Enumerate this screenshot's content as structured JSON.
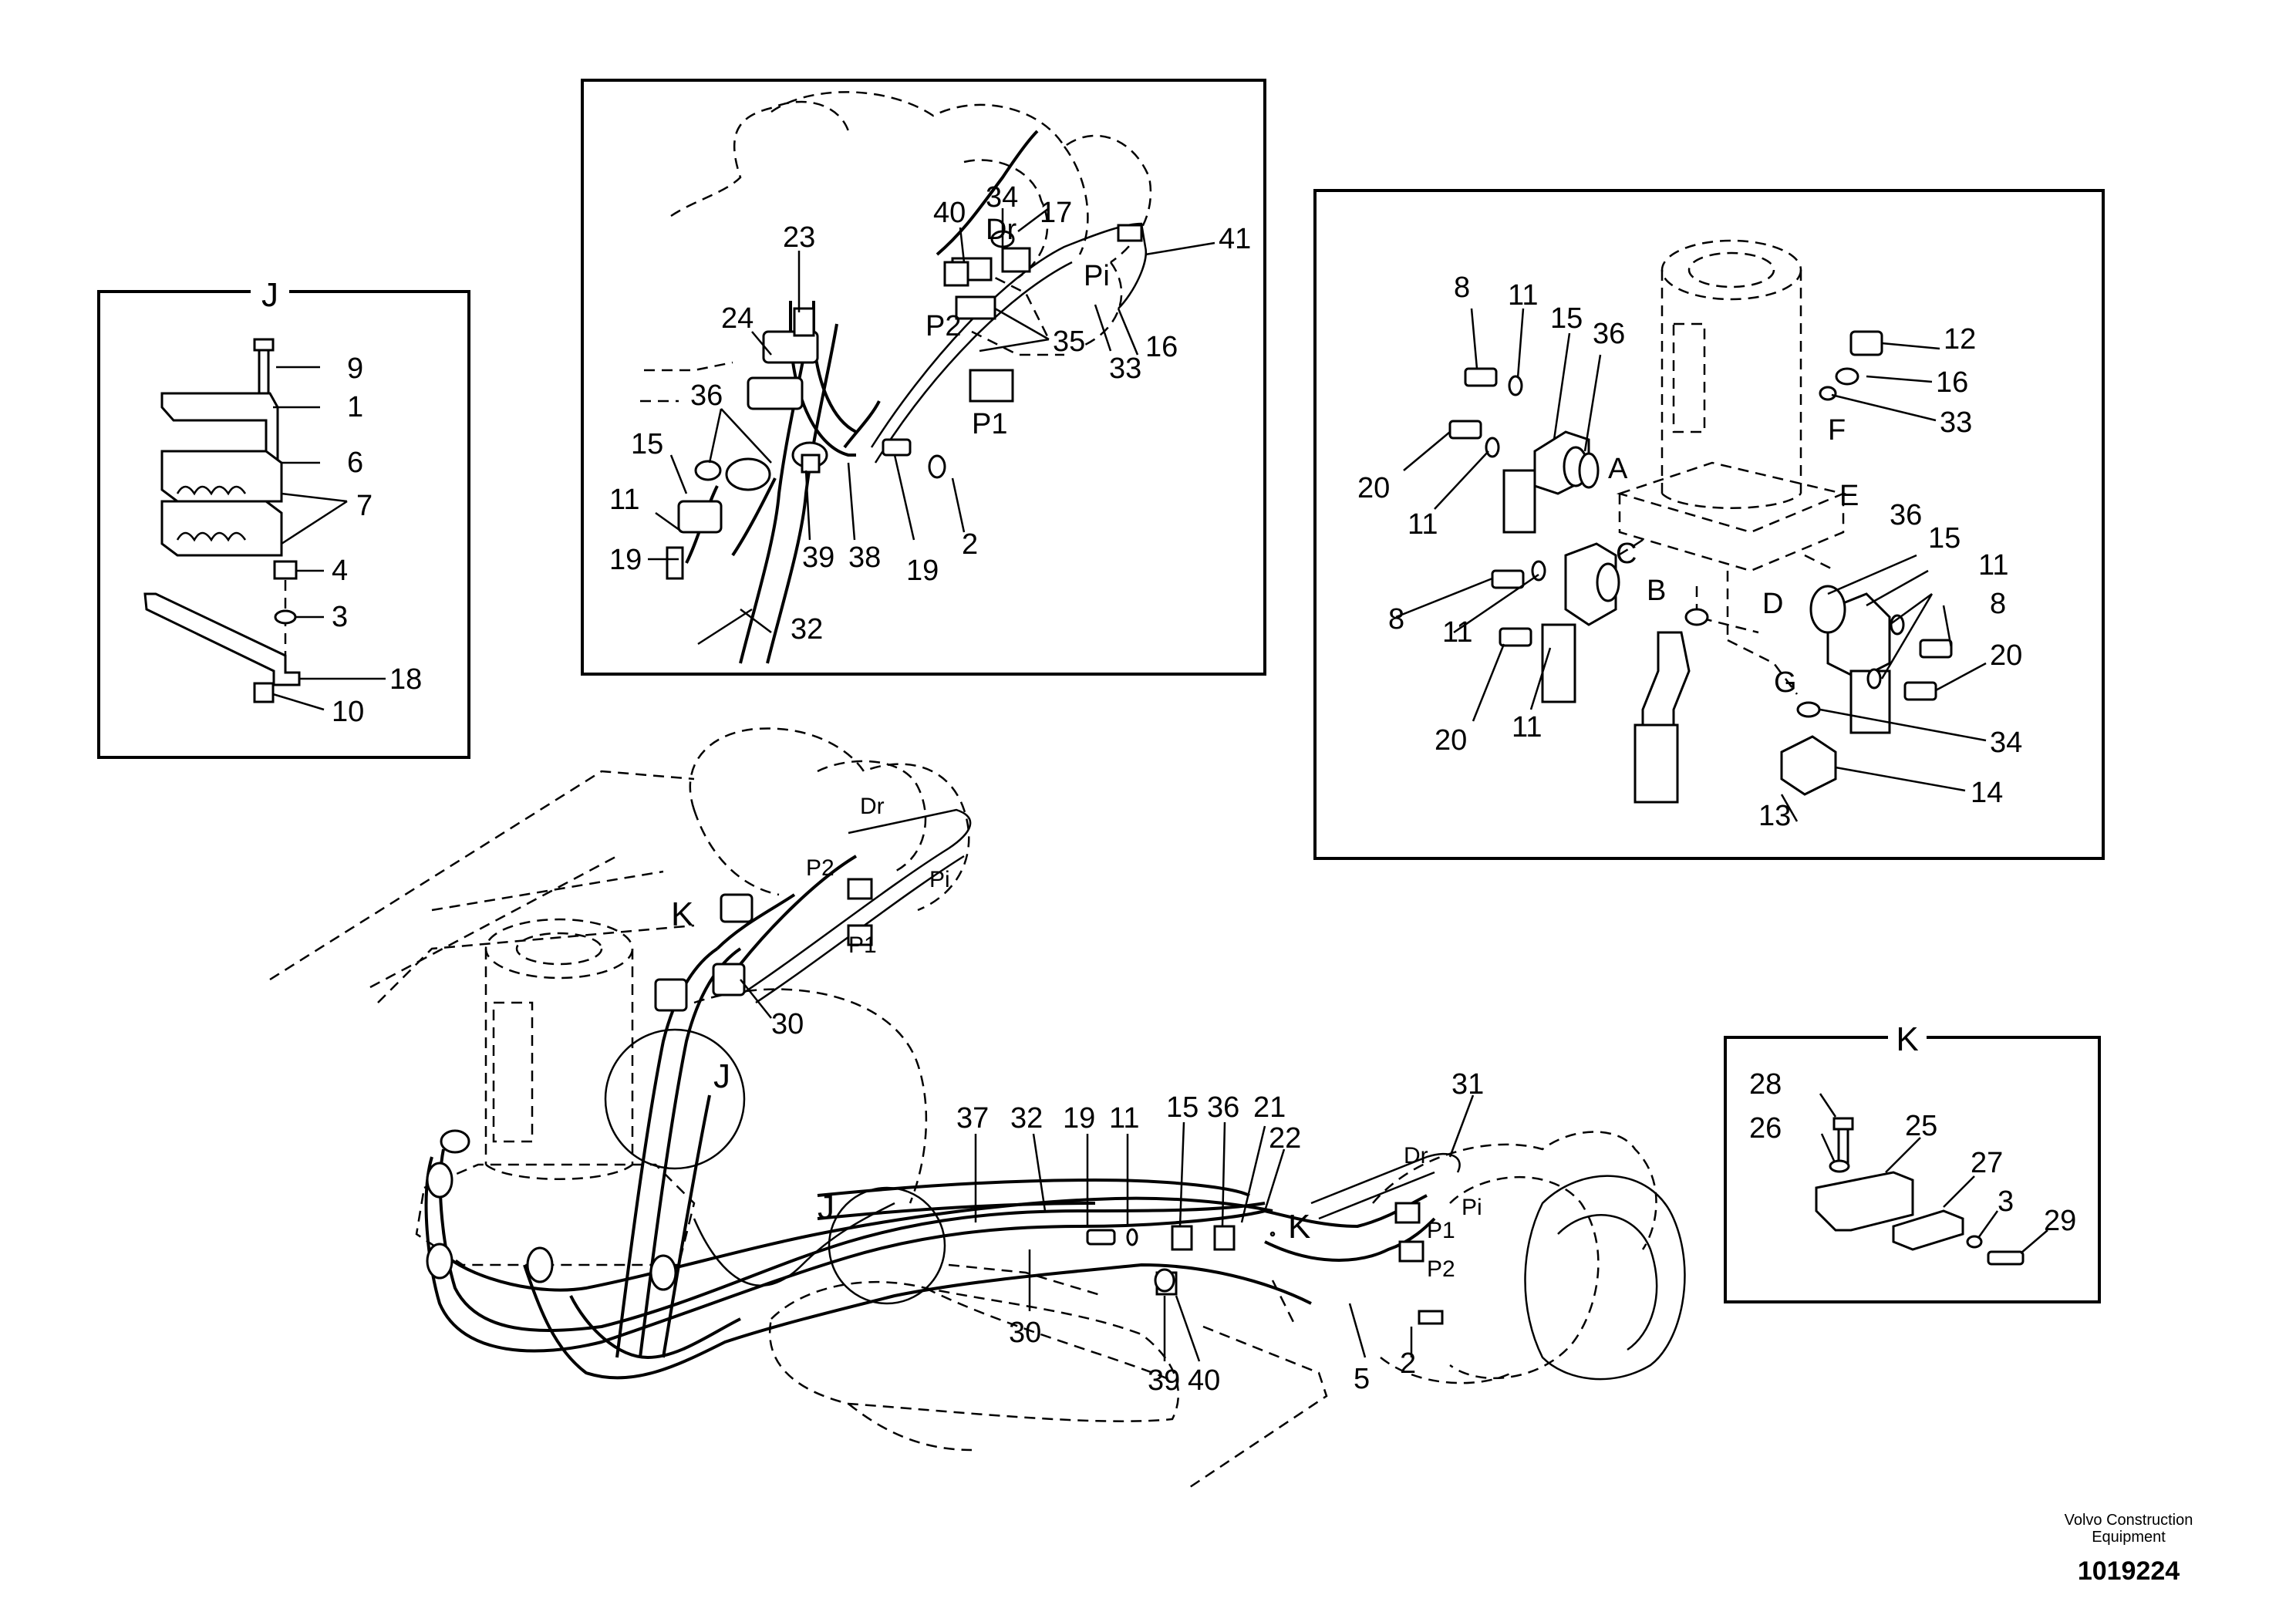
{
  "detail_j": {
    "title": "J",
    "callouts": [
      "9",
      "1",
      "6",
      "7",
      "4",
      "3",
      "18",
      "10"
    ]
  },
  "detail_top": {
    "callouts": [
      "23",
      "40",
      "34",
      "17",
      "41",
      "24",
      "36",
      "35",
      "33",
      "16",
      "15",
      "11",
      "19",
      "39",
      "38",
      "19",
      "2",
      "32"
    ],
    "ports": [
      "Dr",
      "Pi",
      "P2",
      "P1"
    ]
  },
  "detail_right": {
    "callouts": [
      "8",
      "11",
      "15",
      "36",
      "12",
      "16",
      "33",
      "20",
      "11",
      "8",
      "11",
      "20",
      "11",
      "36",
      "15",
      "11",
      "8",
      "20",
      "34",
      "14",
      "13"
    ],
    "ports": [
      "F",
      "A",
      "E",
      "C",
      "B",
      "D",
      "G"
    ]
  },
  "detail_k": {
    "title": "K",
    "callouts": [
      "28",
      "26",
      "25",
      "27",
      "3",
      "29"
    ]
  },
  "main": {
    "callouts": [
      "30",
      "19",
      "11",
      "15",
      "36",
      "21",
      "31",
      "37",
      "32",
      "22",
      "30",
      "39",
      "40",
      "5",
      "2"
    ],
    "ports": [
      "Dr",
      "P2",
      "Pi",
      "P1",
      "Dr",
      "Pi",
      "P1",
      "P2"
    ],
    "markers": [
      "K",
      "J",
      "J",
      "K"
    ]
  },
  "footer": {
    "maker_line1": "Volvo Construction",
    "maker_line2": "Equipment",
    "doc_number": "1019224"
  }
}
